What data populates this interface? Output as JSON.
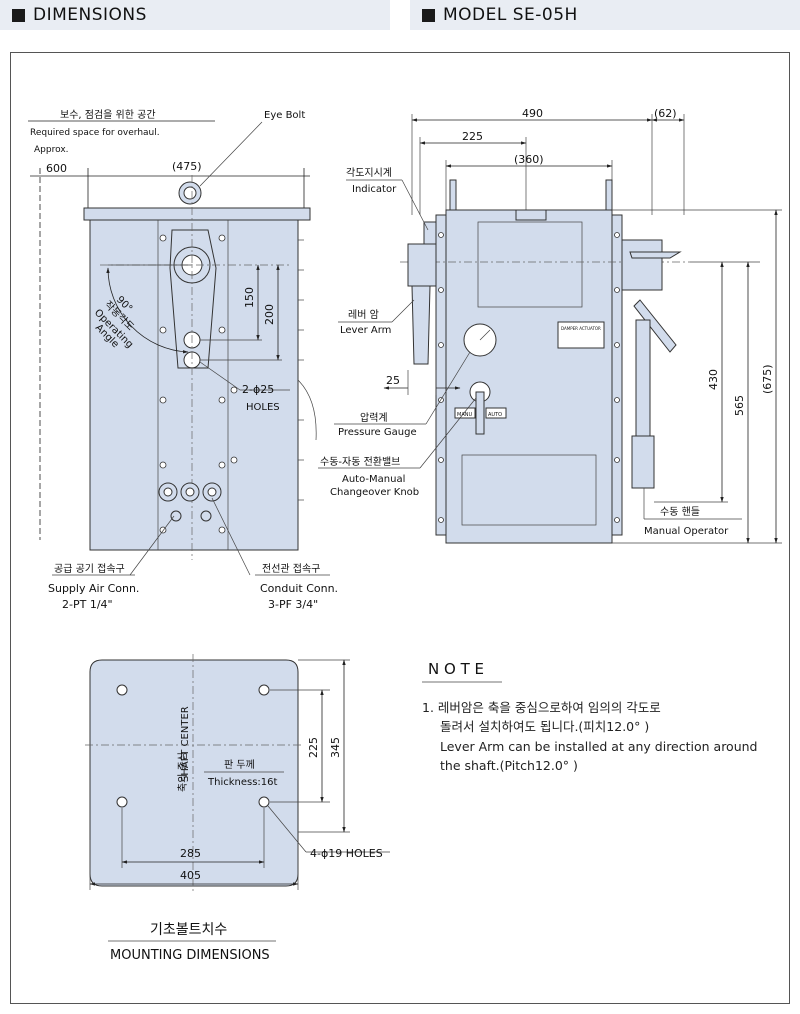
{
  "header": {
    "left_title": "DIMENSIONS",
    "right_title": "MODEL SE-05H"
  },
  "front_view": {
    "overhaul_kr": "보수, 점검을 위한 공간",
    "overhaul_en": "Required space for overhaul.",
    "approx": "Approx.",
    "dim_600": "600",
    "dim_475": "(475)",
    "eye_bolt": "Eye Bolt",
    "dim_150": "150",
    "dim_200": "200",
    "angle_90": "90°",
    "angle_kr": "작동각도",
    "angle_en_1": "Operating",
    "angle_en_2": "Angle",
    "holes_count": "2-ϕ25",
    "holes": "HOLES",
    "supply_kr": "공급 공기 접속구",
    "supply_en": "Supply Air Conn.",
    "supply_spec": "2-PT 1/4\"",
    "conduit_kr": "전선관 접속구",
    "conduit_en": "Conduit Conn.",
    "conduit_spec": "3-PF 3/4\""
  },
  "side_view": {
    "dim_490": "490",
    "dim_62": "(62)",
    "dim_225": "225",
    "dim_360": "(360)",
    "indicator_kr": "각도지시계",
    "indicator_en": "Indicator",
    "lever_kr": "레버 암",
    "lever_en": "Lever Arm",
    "dim_25": "25",
    "gauge_kr": "압력계",
    "gauge_en": "Pressure Gauge",
    "changeover_kr": "수동-자동 전환밸브",
    "changeover_en_1": "Auto-Manual",
    "changeover_en_2": "Changeover Knob",
    "manual_kr": "수동 핸들",
    "manual_en": "Manual Operator",
    "dim_430": "430",
    "dim_565": "565",
    "dim_675": "(675)",
    "plate_text": "DAMPER ACTUATOR",
    "manu_label": "MANU",
    "auto_label": "AUTO"
  },
  "mounting": {
    "shaft_kr": "축의 중심",
    "shaft_en": "SHAFT CENTER",
    "thickness_kr": "판 두께",
    "thickness_en": "Thickness:16t",
    "dim_225": "225",
    "dim_345": "345",
    "dim_285": "285",
    "dim_405": "405",
    "holes": "4-ϕ19 HOLES",
    "title_kr": "기초볼트치수",
    "title_en": "MOUNTING DIMENSIONS"
  },
  "note": {
    "heading": "N O T E",
    "item_kr_1": "1. 레버암은 축을 중심으로하여 임의의 각도로",
    "item_kr_2": "돌려서 설치하여도 됩니다.(피치12.0° )",
    "item_en_1": "Lever Arm can be installed at any direction around",
    "item_en_2": "the shaft.(Pitch12.0° )"
  },
  "colors": {
    "body_fill": "#d2dcec",
    "header_bg": "#e9edf3"
  }
}
